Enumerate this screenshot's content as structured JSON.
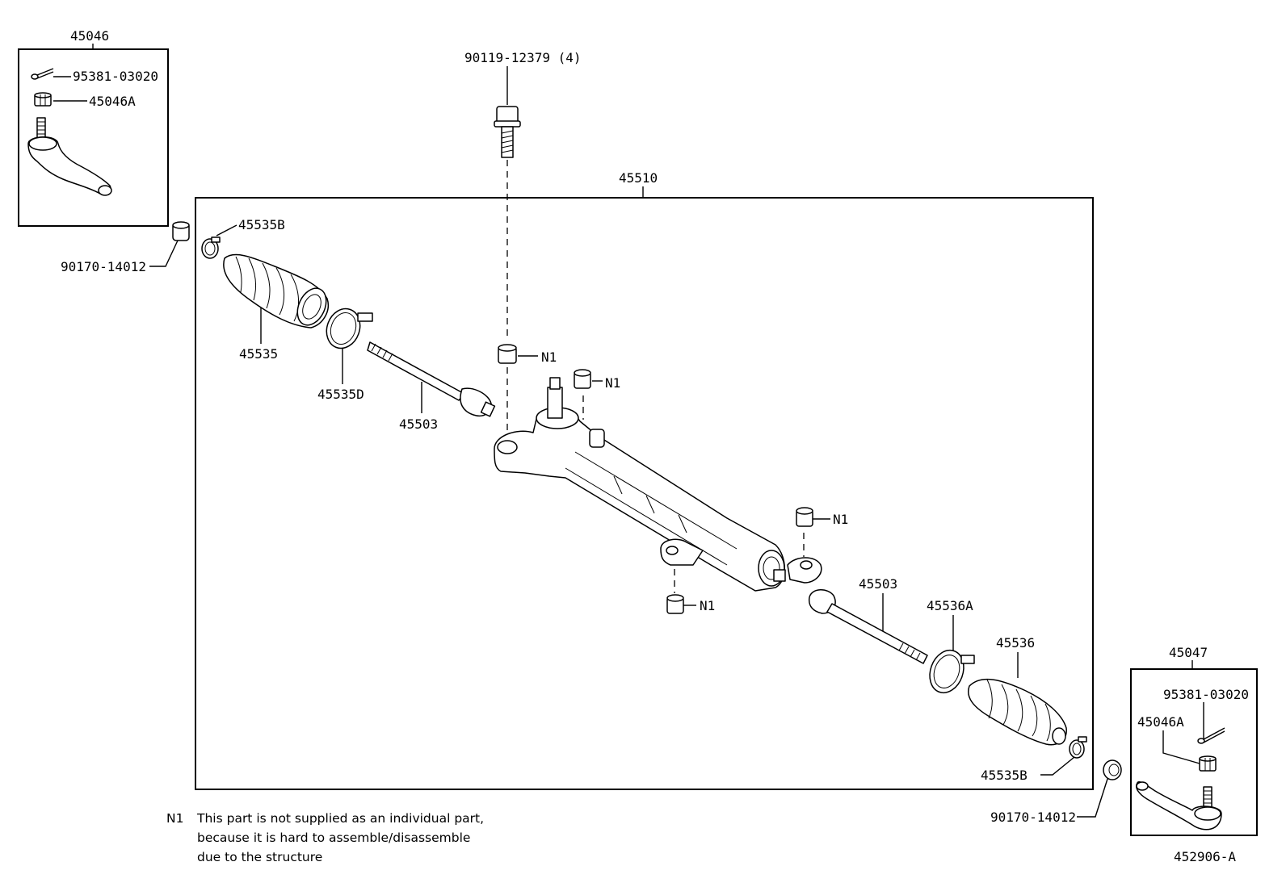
{
  "labels": {
    "p45046": "45046",
    "p95381_left": "95381-03020",
    "p45046A_left": "45046A",
    "p90119": "90119-12379 (4)",
    "p45510": "45510",
    "p45535B_top": "45535B",
    "p90170_left": "90170-14012",
    "p45535": "45535",
    "p45535D": "45535D",
    "p45503_left": "45503",
    "n1_a": "N1",
    "n1_b": "N1",
    "n1_c": "N1",
    "n1_d": "N1",
    "p45503_right": "45503",
    "p45536A": "45536A",
    "p45536": "45536",
    "p45535B_bottom": "45535B",
    "p45047": "45047",
    "p95381_right": "95381-03020",
    "p45046A_right": "45046A",
    "p90170_right": "90170-14012",
    "diagram_id": "452906-A"
  },
  "note": {
    "marker": "N1",
    "line1": "This part is not supplied as an individual part,",
    "line2": "because it is hard to assemble/disassemble",
    "line3": "due to the structure"
  }
}
